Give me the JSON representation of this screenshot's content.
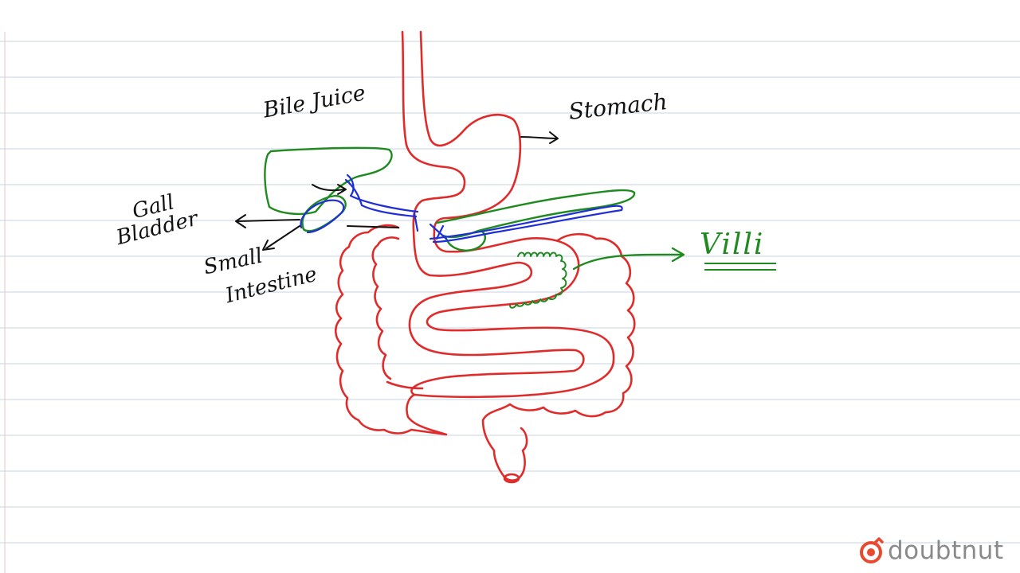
{
  "labels": {
    "bile_juice": "Bile Juice",
    "stomach": "Stomach",
    "gall_bladder_line1": "Gall",
    "gall_bladder_line2": "Bladder",
    "small_intestine_line1": "Small",
    "small_intestine_line2": "Intestine",
    "villi": "Villi"
  },
  "brand": {
    "name": "doubtnut",
    "icon": "doubtnut-logo-icon"
  },
  "colors": {
    "red": "#e02b2b",
    "green": "#1f8a1f",
    "blue": "#1f2fd6",
    "ink": "#111111",
    "ruled_line": "#c7d3e0",
    "brand_red": "#e8492f"
  }
}
